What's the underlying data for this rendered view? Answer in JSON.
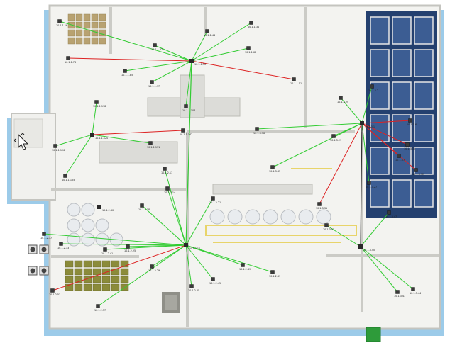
{
  "colors": {
    "background": "#ffffff",
    "floor": "#f4f4f2",
    "wall": "#c9c9c4",
    "shadow": "#8fc3e8",
    "link_ok": "#33cc33",
    "link_down": "#dd2222",
    "link_neutral": "#333333",
    "cold_room": "#1f3a66",
    "pallet": "#b8a271",
    "tank": "#e9ecef",
    "green_box": "#2e9b3a"
  },
  "hubs": {
    "top_center": "10.1.1.50",
    "mid_left": "10.1.1.120",
    "center": "10.1.2.10",
    "right": "10.1.3.1",
    "lower_left": "10.1.2.30",
    "lower_right": "10.1.3.40"
  },
  "devices": [
    {
      "label": "10.1.1.16",
      "status": "ok"
    },
    {
      "label": "10.1.1.22",
      "status": "ok"
    },
    {
      "label": "10.1.1.31",
      "status": "ok"
    },
    {
      "label": "10.1.1.44",
      "status": "ok"
    },
    {
      "label": "10.1.1.51",
      "status": "down"
    },
    {
      "label": "10.1.1.62",
      "status": "ok"
    },
    {
      "label": "10.1.1.73",
      "status": "down"
    },
    {
      "label": "10.1.1.85",
      "status": "ok"
    },
    {
      "label": "10.1.1.97",
      "status": "ok"
    },
    {
      "label": "10.1.1.104",
      "status": "ok"
    },
    {
      "label": "10.1.1.118",
      "status": "ok"
    },
    {
      "label": "10.1.1.126",
      "status": "ok"
    },
    {
      "label": "10.1.1.131",
      "status": "ok"
    },
    {
      "label": "10.1.1.142",
      "status": "down"
    },
    {
      "label": "10.1.1.155",
      "status": "ok"
    },
    {
      "label": "10.1.2.11",
      "status": "ok"
    },
    {
      "label": "10.1.2.14",
      "status": "ok"
    },
    {
      "label": "10.1.2.18",
      "status": "ok"
    },
    {
      "label": "10.1.2.21",
      "status": "ok"
    },
    {
      "label": "10.1.2.25",
      "status": "ok"
    },
    {
      "label": "10.1.2.29",
      "status": "ok"
    },
    {
      "label": "10.1.2.33",
      "status": "ok"
    },
    {
      "label": "10.1.2.37",
      "status": "ok"
    },
    {
      "label": "10.1.2.41",
      "status": "ok"
    },
    {
      "label": "10.1.2.45",
      "status": "ok"
    },
    {
      "label": "10.1.2.49",
      "status": "ok"
    },
    {
      "label": "10.1.2.53",
      "status": "down"
    },
    {
      "label": "10.1.2.57",
      "status": "ok"
    },
    {
      "label": "10.1.2.61",
      "status": "ok"
    },
    {
      "label": "10.1.2.65",
      "status": "ok"
    },
    {
      "label": "10.1.3.2",
      "status": "ok"
    },
    {
      "label": "10.1.3.6",
      "status": "down"
    },
    {
      "label": "10.1.3.9",
      "status": "down"
    },
    {
      "label": "10.1.3.12",
      "status": "down"
    },
    {
      "label": "10.1.3.15",
      "status": "down"
    },
    {
      "label": "10.1.3.18",
      "status": "ok"
    },
    {
      "label": "10.1.3.21",
      "status": "ok"
    },
    {
      "label": "10.1.3.24",
      "status": "ok"
    },
    {
      "label": "10.1.3.27",
      "status": "ok"
    },
    {
      "label": "10.1.3.31",
      "status": "down"
    },
    {
      "label": "10.1.3.35",
      "status": "ok"
    },
    {
      "label": "10.1.3.41",
      "status": "ok"
    },
    {
      "label": "10.1.3.44",
      "status": "ok"
    },
    {
      "label": "10.1.3.47",
      "status": "ok"
    },
    {
      "label": "10.1.3.52",
      "status": "ok"
    }
  ]
}
